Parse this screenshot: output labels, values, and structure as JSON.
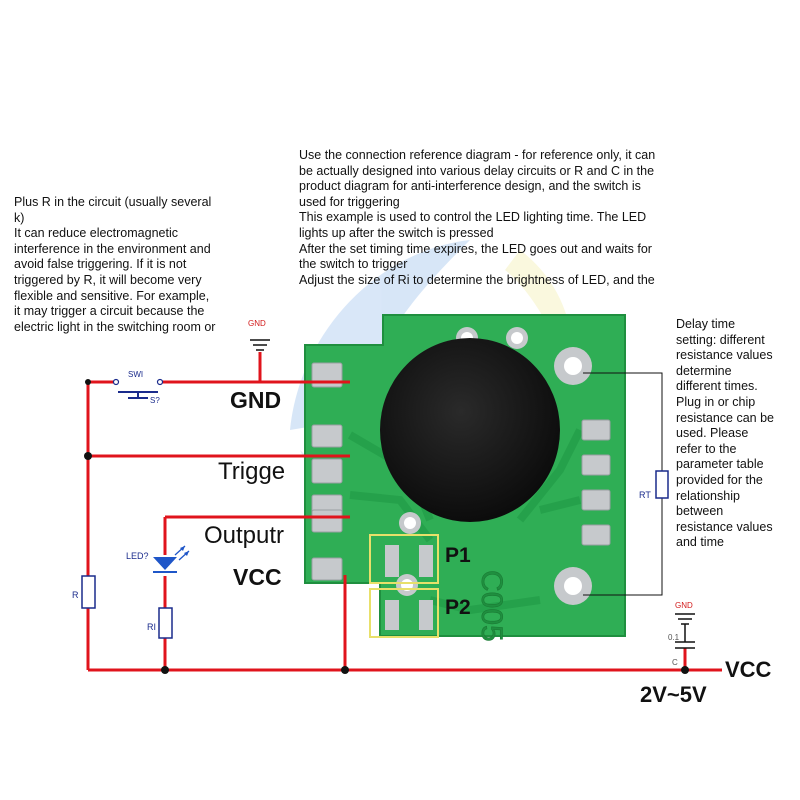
{
  "notes": {
    "top": [
      "Use the connection reference diagram - for reference only, it can",
      "be actually designed into various delay circuits or R and C in the",
      "product diagram for anti-interference design, and the switch is",
      "used for triggering",
      "This example is used to control the LED lighting time. The LED",
      "lights up after the switch is pressed",
      "After the set timing time expires, the LED goes out and waits for",
      "the switch to trigger",
      "Adjust the size of Ri to determine the brightness of LED, and the"
    ],
    "left": [
      "Plus R in the circuit (usually several",
      "k)",
      "It can reduce electromagnetic",
      "interference in the environment and",
      "avoid false triggering. If it is not",
      "triggered by R, it will become very",
      "flexible and sensitive. For example,",
      "it may trigger a circuit because the",
      "electric light in the switching room or"
    ],
    "right": [
      "Delay time",
      "setting: different",
      "resistance values",
      "determine",
      "different times.",
      "Plug in or chip",
      "resistance can be",
      "used. Please",
      "refer to the",
      "parameter table",
      "provided for the",
      "relationship",
      "between",
      "resistance values",
      "and time"
    ]
  },
  "pins": {
    "gnd": "GND",
    "trigger": "Trigge",
    "output": "Outputr",
    "vcc": "VCC"
  },
  "pads": {
    "p1": "P1",
    "p2": "P2"
  },
  "board_marking": "C005",
  "components": {
    "gnd_top": "GND",
    "switch_name": "SWI",
    "switch_ref": "S?",
    "led": "LED?",
    "r": "R",
    "ri": "RI",
    "rt": "RT",
    "gnd_right": "GND",
    "cap_value": "0.1",
    "cap_name": "C"
  },
  "supply": {
    "vcc": "VCC",
    "range": "2V~5V"
  },
  "colors": {
    "wire": "#e0141c",
    "pcb": "#2fae55",
    "pcb_dark": "#1f8f3f",
    "pad": "#c6c9cc",
    "blob": "#141414",
    "highlight": "#e8e06a",
    "led": "#1f56c8",
    "component": "#1a2b8c",
    "gnd_label": "#d21a1a"
  }
}
